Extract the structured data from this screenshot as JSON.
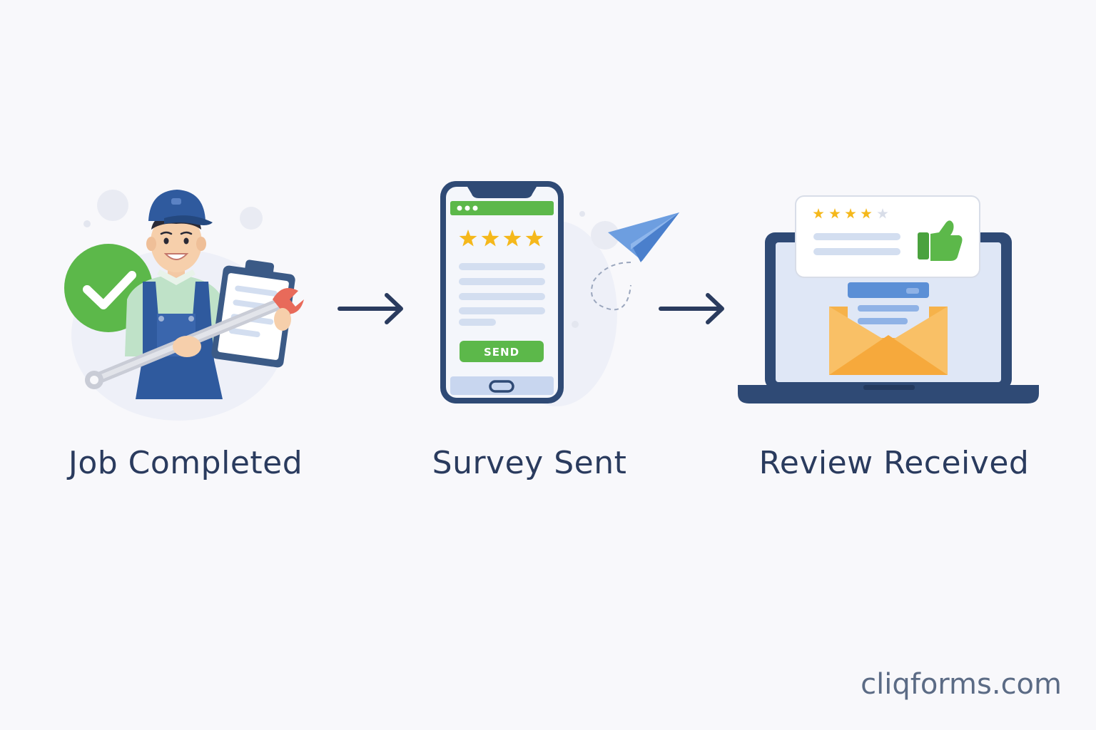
{
  "steps": [
    {
      "label": "Job Completed",
      "icon": "technician-icon"
    },
    {
      "label": "Survey Sent",
      "icon": "phone-survey-icon"
    },
    {
      "label": "Review Received",
      "icon": "laptop-review-icon"
    }
  ],
  "survey": {
    "send_button": "SEND",
    "rating_stars": 4
  },
  "review": {
    "rating_stars": 4,
    "max_stars": 5
  },
  "brand": "cliqforms.com",
  "colors": {
    "navy": "#2a3b5e",
    "green": "#5cb84a",
    "blue": "#5b8fd6",
    "star": "#f5b81b",
    "orange": "#f6b24a"
  }
}
